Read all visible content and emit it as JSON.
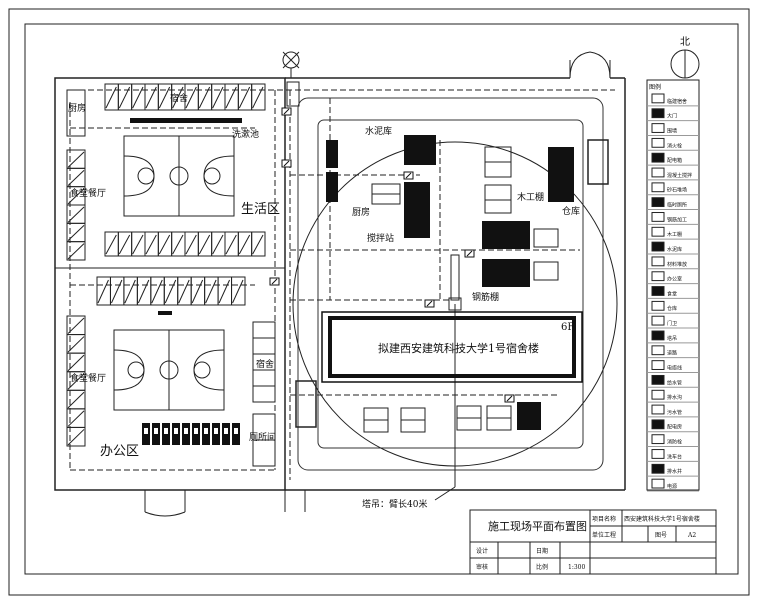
{
  "north": "北",
  "legend_title": "图例",
  "legend_items": [
    "临建宿舍",
    "大门",
    "围墙",
    "消火栓",
    "配电箱",
    "混凝土搅拌",
    "砂石堆场",
    "临时厕所",
    "钢筋加工",
    "木工棚",
    "水泥库",
    "材料堆放",
    "办公室",
    "食堂",
    "仓库",
    "门卫",
    "塔吊",
    "道路",
    "电缆线",
    "给水管",
    "排水沟",
    "污水管",
    "配电房",
    "消防栓",
    "洗车台",
    "排水井",
    "电源"
  ],
  "labels": {
    "canteen_top": "厨房",
    "dorm_top": "宿舍",
    "wash_pool": "洗漱池",
    "canteen_left": "食堂餐厅",
    "living_zone": "生活区",
    "cement_store": "水泥库",
    "kitchen": "厨房",
    "mixing": "搅拌站",
    "carpentry": "木工棚",
    "warehouse": "仓库",
    "rebar_shed": "钢筋棚",
    "building": "拟建西安建筑科技大学1号宿舍楼",
    "floors": "6F",
    "canteen_lower": "食堂餐厅",
    "dorm_right": "宿舍",
    "toilet": "厕所间",
    "office_zone": "办公区",
    "crane": "塔吊：臂长40米"
  },
  "title_block": {
    "title": "施工现场平面布置图",
    "project_label": "项目名称",
    "project_value": "西安建筑科技大学1号宿舍楼",
    "unit_label": "单位工程",
    "drawing_no_label": "图号",
    "drawing_no_value": "A2",
    "design_label": "设计",
    "check_label": "审核",
    "date_label": "日期",
    "scale_label": "比例",
    "scale_value": "1:300"
  }
}
